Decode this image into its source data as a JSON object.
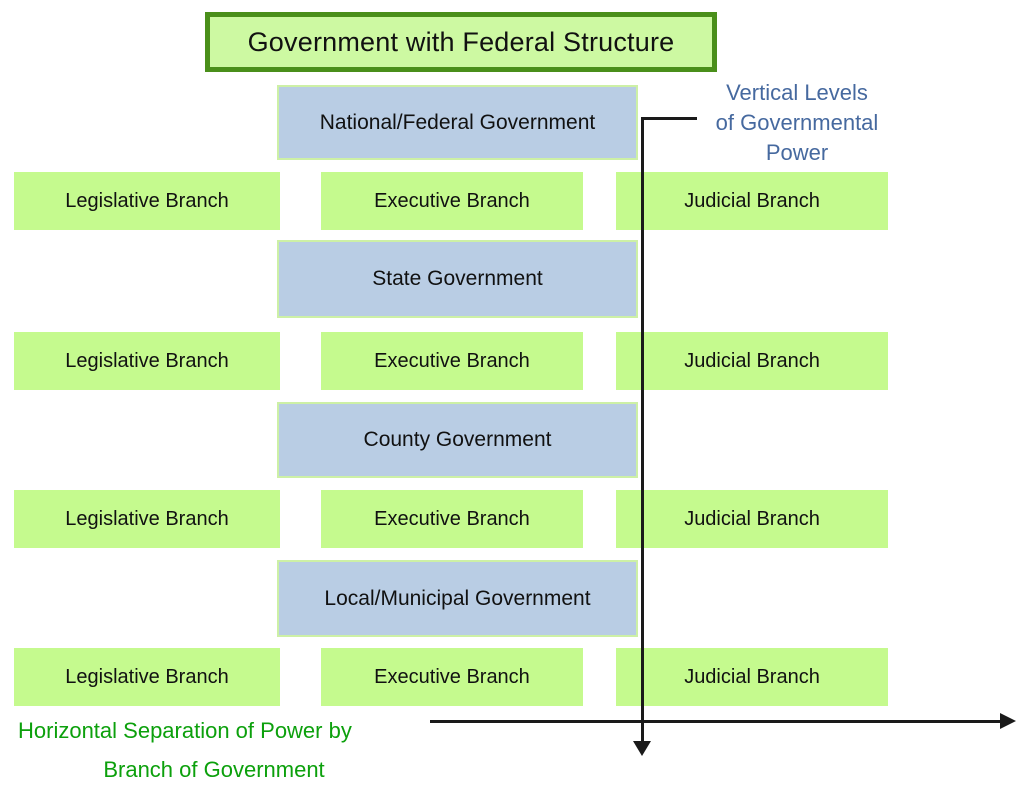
{
  "title": "Government with Federal Structure",
  "levels": [
    {
      "name": "National/Federal Government",
      "branches": [
        "Legislative Branch",
        "Executive Branch",
        "Judicial Branch"
      ]
    },
    {
      "name": "State Government",
      "branches": [
        "Legislative Branch",
        "Executive Branch",
        "Judicial Branch"
      ]
    },
    {
      "name": "County Government",
      "branches": [
        "Legislative Branch",
        "Executive Branch",
        "Judicial Branch"
      ]
    },
    {
      "name": "Local/Municipal Government",
      "branches": [
        "Legislative Branch",
        "Executive Branch",
        "Judicial Branch"
      ]
    }
  ],
  "annotations": {
    "vertical_axis": {
      "lines": [
        "Vertical Levels",
        "of Governmental",
        "Power"
      ],
      "full_text": "Vertical Levels of Governmental Power"
    },
    "horizontal_axis": {
      "line1": "Horizontal Separation of Power by",
      "line2": "Branch of Government",
      "full_text": "Horizontal Separation of Power by Branch of Government"
    }
  },
  "colors": {
    "branch_box_fill": "#c5fa8e",
    "level_box_fill": "#b9cde4",
    "level_box_border": "#cdf0a6",
    "title_fill": "#cdf9a2",
    "title_border": "#4a8f1a",
    "vertical_label_text": "#46699f",
    "horizontal_label_text": "#0ca00c",
    "arrow": "#1a1a1a",
    "box_text": "#111111"
  }
}
